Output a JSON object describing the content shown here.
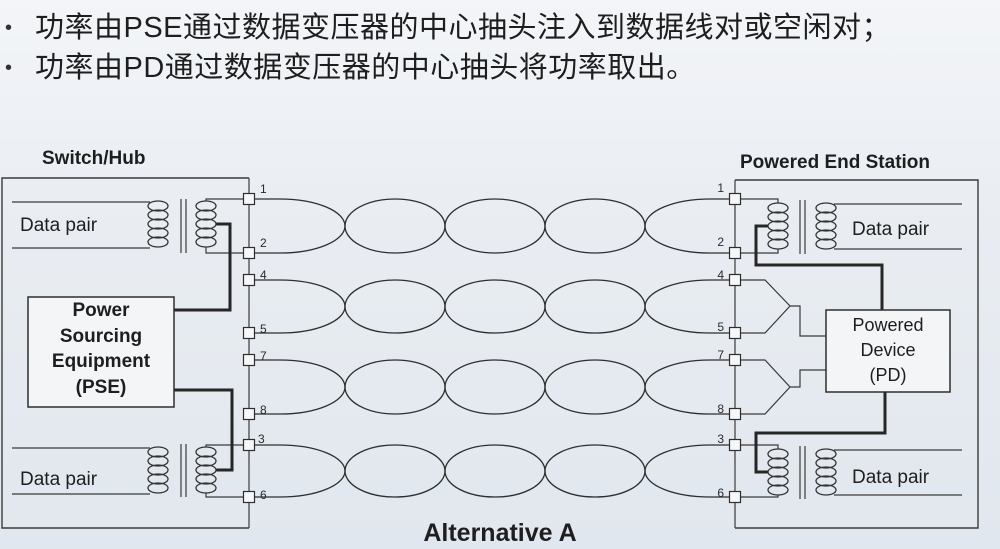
{
  "slide": {
    "bullet_symbol": "•",
    "bullets": [
      "功率由PSE通过数据变压器的中心抽头注入到数据线对或空闲对；",
      "功率由PD通过数据变压器的中心抽头将功率取出。"
    ],
    "caption": "Alternative A"
  },
  "diagram": {
    "switch_hub": {
      "title": "Switch/Hub",
      "data_pair_top": "Data pair",
      "data_pair_bottom": "Data pair",
      "pse_lines": [
        "Power",
        "Sourcing",
        "Equipment",
        "(PSE)"
      ],
      "pins": [
        "1",
        "2",
        "4",
        "5",
        "7",
        "8",
        "3",
        "6"
      ]
    },
    "powered_end_station": {
      "title": "Powered End Station",
      "data_pair_top": "Data pair",
      "data_pair_bottom": "Data pair",
      "pd_lines": [
        "Powered",
        "Device",
        "(PD)"
      ],
      "pins": [
        "1",
        "2",
        "4",
        "5",
        "7",
        "8",
        "3",
        "6"
      ]
    }
  },
  "colors": {
    "background": "#e9edf2",
    "wire": "#2e2e2e",
    "power_line": "#262626",
    "box_fill": "#f4f5f7"
  }
}
